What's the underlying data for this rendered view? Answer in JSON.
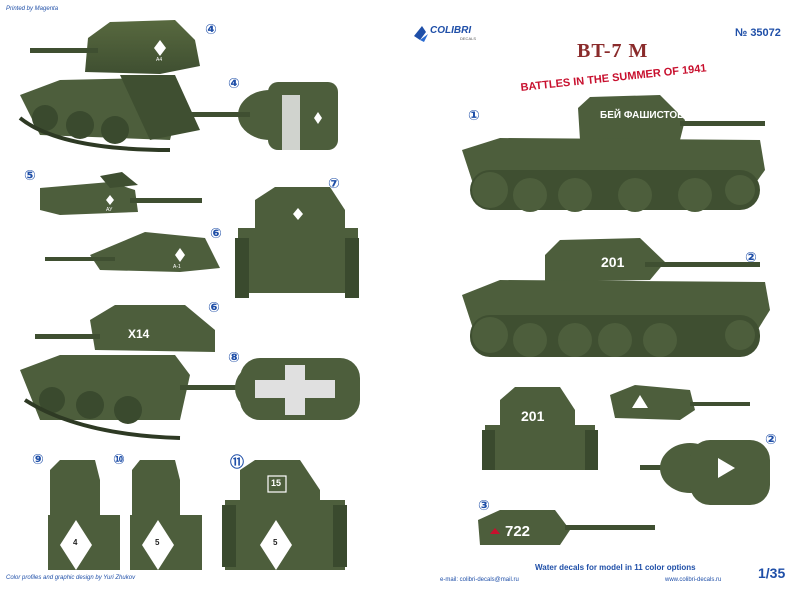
{
  "header": {
    "printed_by": "Printed by Magenta",
    "brand": "COLIBRI",
    "brand_sub": "DECALS",
    "catalog_no": "№ 35072"
  },
  "title": {
    "model": "BT-7 M",
    "subtitle": "BATTLES IN THE SUMMER OF 1941"
  },
  "option_numbers": {
    "left": [
      "④",
      "④",
      "⑤",
      "⑦",
      "⑥",
      "⑥",
      "⑧",
      "⑨",
      "⑩",
      "⑪"
    ],
    "right": [
      "①",
      "②",
      "②",
      "③"
    ]
  },
  "tank_markings": {
    "m1_slogan": "БЕЙ ФАШИСТОВ",
    "m2_number": "201",
    "m2_front_number": "201",
    "m3_number": "722",
    "m6_number": "X14",
    "m11_box": "15",
    "diamond_labels": [
      "4",
      "5",
      "5"
    ],
    "small_diamond_labels": [
      "А4",
      "АУ",
      "А-1"
    ]
  },
  "footer": {
    "credits": "Color profiles and graphic design by Yuri Zhukov",
    "email": "e-mail: colibri-decals@mail.ru",
    "description": "Water decals for  model in 11 color options",
    "website": "www.colibri-decals.ru",
    "scale": "1/35"
  },
  "colors": {
    "tank_green": "#4d5e3c",
    "tank_dark": "#3a4a2e",
    "title_red": "#c8102e",
    "option_blue": "#1f4fa8"
  }
}
